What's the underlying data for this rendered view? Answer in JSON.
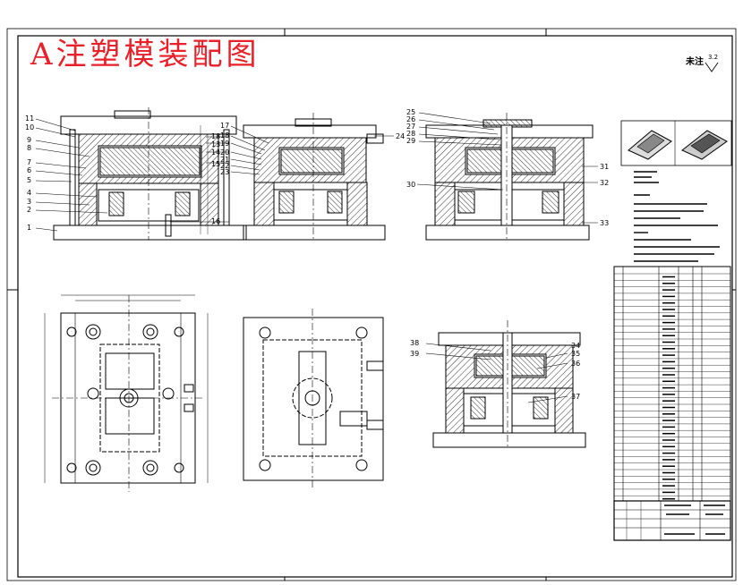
{
  "title": "A注塑模装配图",
  "roughness": {
    "label": "未注",
    "value": "3.2"
  },
  "balloons_left": [
    "11",
    "10",
    "9",
    "8",
    "7",
    "6",
    "5",
    "4",
    "3",
    "2",
    "1"
  ],
  "balloons_right_a": [
    "18",
    "13",
    "14",
    "15",
    "16"
  ],
  "balloons_mid": [
    "17",
    "18",
    "19",
    "20",
    "21",
    "22",
    "23"
  ],
  "balloon_24": "24",
  "balloons_top_right": [
    "25",
    "26",
    "27",
    "28",
    "29"
  ],
  "balloons_right_b": [
    "31",
    "32",
    "33"
  ],
  "balloon_30": "30",
  "balloons_lower": [
    "34",
    "35",
    "36",
    "37"
  ],
  "balloons_lower_left": [
    "38",
    "39"
  ],
  "colors": {
    "title": "#e8202a",
    "line": "#000000",
    "hatch": "#333333"
  }
}
